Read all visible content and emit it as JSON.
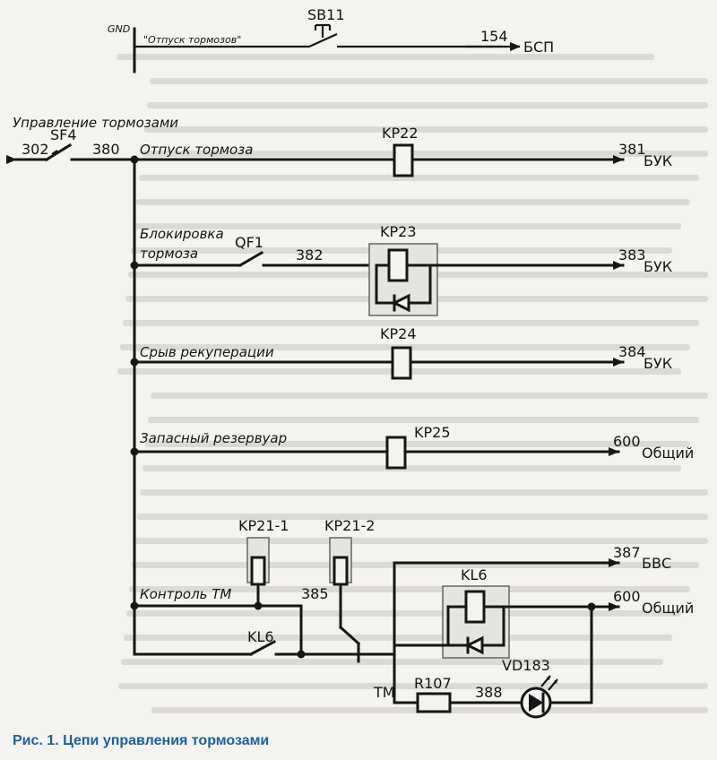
{
  "caption": "Рис. 1. Цепи управления тормозами",
  "colors": {
    "wire": "#161616",
    "caption": "#1f5f9e",
    "paper": "#f4f3f0"
  },
  "top": {
    "gnd": "GND",
    "release_note": "\"Отпуск тормозов\"",
    "button": "SB11",
    "wire_out": "154",
    "dest": "БСП"
  },
  "section_title": "Управление тормозами",
  "breaker": {
    "name": "SF4",
    "in_wire": "302",
    "out_wire": "380"
  },
  "rows": {
    "release": {
      "label": "Отпуск тормоза",
      "relay": "KP22",
      "wire": "381",
      "dest": "БУК"
    },
    "block": {
      "label1": "Блокировка",
      "label2": "тормоза",
      "switch": "QF1",
      "mid_wire": "382",
      "relay": "KP23",
      "wire": "383",
      "dest": "БУК"
    },
    "recup": {
      "label": "Срыв рекуперации",
      "relay": "KP24",
      "wire": "384",
      "dest": "БУК"
    },
    "reserve": {
      "label": "Запасный резервуар",
      "relay": "KP25",
      "wire": "600",
      "dest": "Общий"
    }
  },
  "tm": {
    "label": "Контроль ТМ",
    "contact1": "KP21-1",
    "contact2": "KP21-2",
    "wire_385": "385",
    "wire_387": "387",
    "dest_387": "БВС",
    "relay": "KL6",
    "self_contact": "KL6",
    "wire_600": "600",
    "dest_600": "Общий",
    "tm_label": "ТМ",
    "resistor": "R107",
    "wire_388": "388",
    "led": "VD183"
  }
}
